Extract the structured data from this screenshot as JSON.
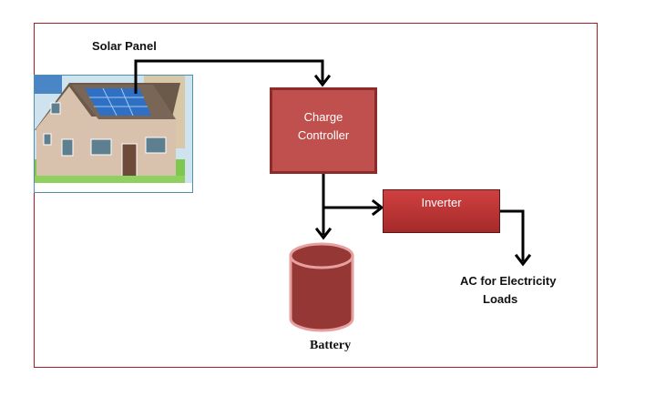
{
  "diagram": {
    "title": "Solar Power System",
    "nodes": {
      "solar_panel": {
        "label": "Solar Panel"
      },
      "charge_controller": {
        "label_line1": "Charge",
        "label_line2": "Controller"
      },
      "inverter": {
        "label": "Inverter"
      },
      "battery": {
        "label": "Battery"
      },
      "ac_loads": {
        "label_line1": "AC for Electricity",
        "label_line2": "Loads"
      }
    },
    "edges": [
      {
        "from": "solar_panel",
        "to": "charge_controller"
      },
      {
        "from": "charge_controller",
        "to": "battery"
      },
      {
        "from": "charge_controller",
        "to": "inverter"
      },
      {
        "from": "inverter",
        "to": "ac_loads"
      }
    ],
    "colors": {
      "frame": "#a31f23",
      "controller_fill": "#c0504d",
      "controller_border": "#8c2b28",
      "inverter_fill": "#b83232",
      "battery_fill": "#953735",
      "battery_rim": "#e6a0a0"
    }
  }
}
